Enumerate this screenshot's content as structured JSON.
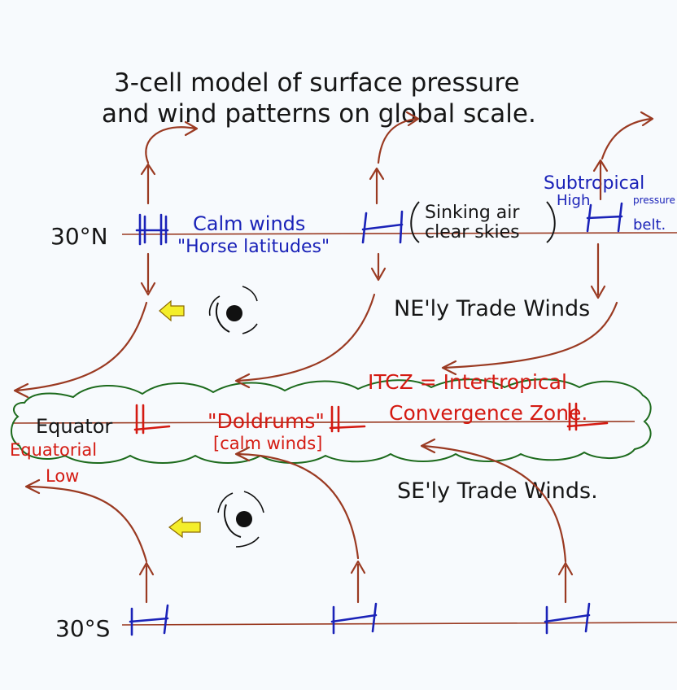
{
  "title": {
    "line1": "3-cell model of surface pressure",
    "line2": "and wind patterns on global scale."
  },
  "labels": {
    "north_30": "30°N",
    "south_30": "30°S",
    "equator": "Equator"
  },
  "north_high": {
    "calm_winds": "Calm winds",
    "horse_latitudes": "\"Horse latitudes\"",
    "sinking_air": "Sinking air",
    "clear_skies": "clear skies",
    "subtropical": "Subtropical",
    "high": "High",
    "pressure": "pressure",
    "belt": "belt."
  },
  "winds": {
    "ne_trades": "NE'ly Trade Winds",
    "se_trades": "SE'ly Trade Winds."
  },
  "itcz": {
    "line1": "ITCZ = Intertropical",
    "line2": "Convergence Zone.",
    "doldrums": "\"Doldrums\"",
    "calm_winds": "[calm winds]",
    "equatorial": "Equatorial",
    "low": "Low"
  },
  "colors": {
    "black_ink": "#161616",
    "blue_ink": "#1a22b8",
    "red_ink": "#d41a12",
    "brown_arrows": "#9a3a22",
    "green_cloud": "#1d6b1d",
    "yellow_arrow": "#f4ee2a"
  },
  "icons": [
    "hurricane-icon",
    "yellow-arrow"
  ]
}
